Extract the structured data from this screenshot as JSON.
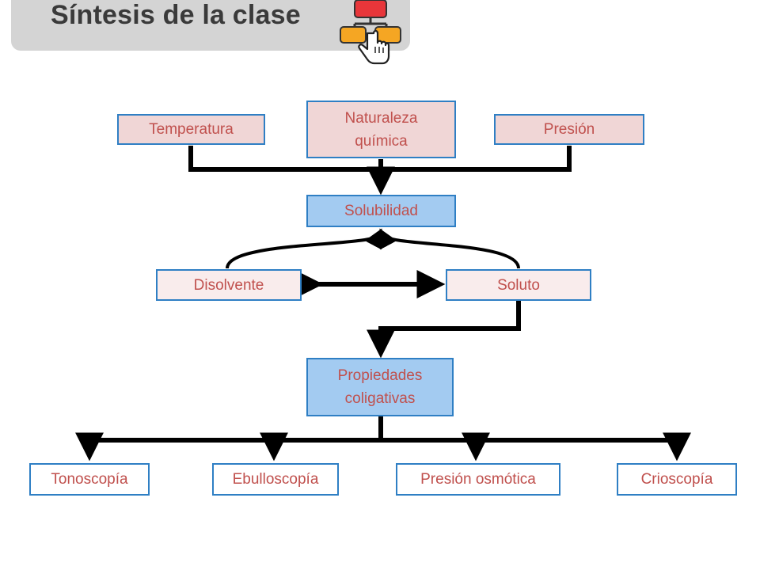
{
  "title": {
    "text": "Síntesis de la clase",
    "icon": "hierarchy-click-icon"
  },
  "nodes": {
    "temperatura": "Temperatura",
    "naturaleza": "Naturaleza\nquímica",
    "presion": "Presión",
    "solubilidad": "Solubilidad",
    "disolvente": "Disolvente",
    "soluto": "Soluto",
    "propiedades": "Propiedades\ncoligativas",
    "tonoscopia": "Tonoscopía",
    "ebulloscopia": "Ebulloscopía",
    "presion_osmotica": "Presión osmótica",
    "crioscopia": "Crioscopía"
  },
  "colors": {
    "factor_fill": "#f0d6d6",
    "component_fill": "#f9ecec",
    "key_fill": "#a3cbf1",
    "box_border": "#2f7fc4",
    "box_text": "#c0504d",
    "connector": "#000000"
  }
}
